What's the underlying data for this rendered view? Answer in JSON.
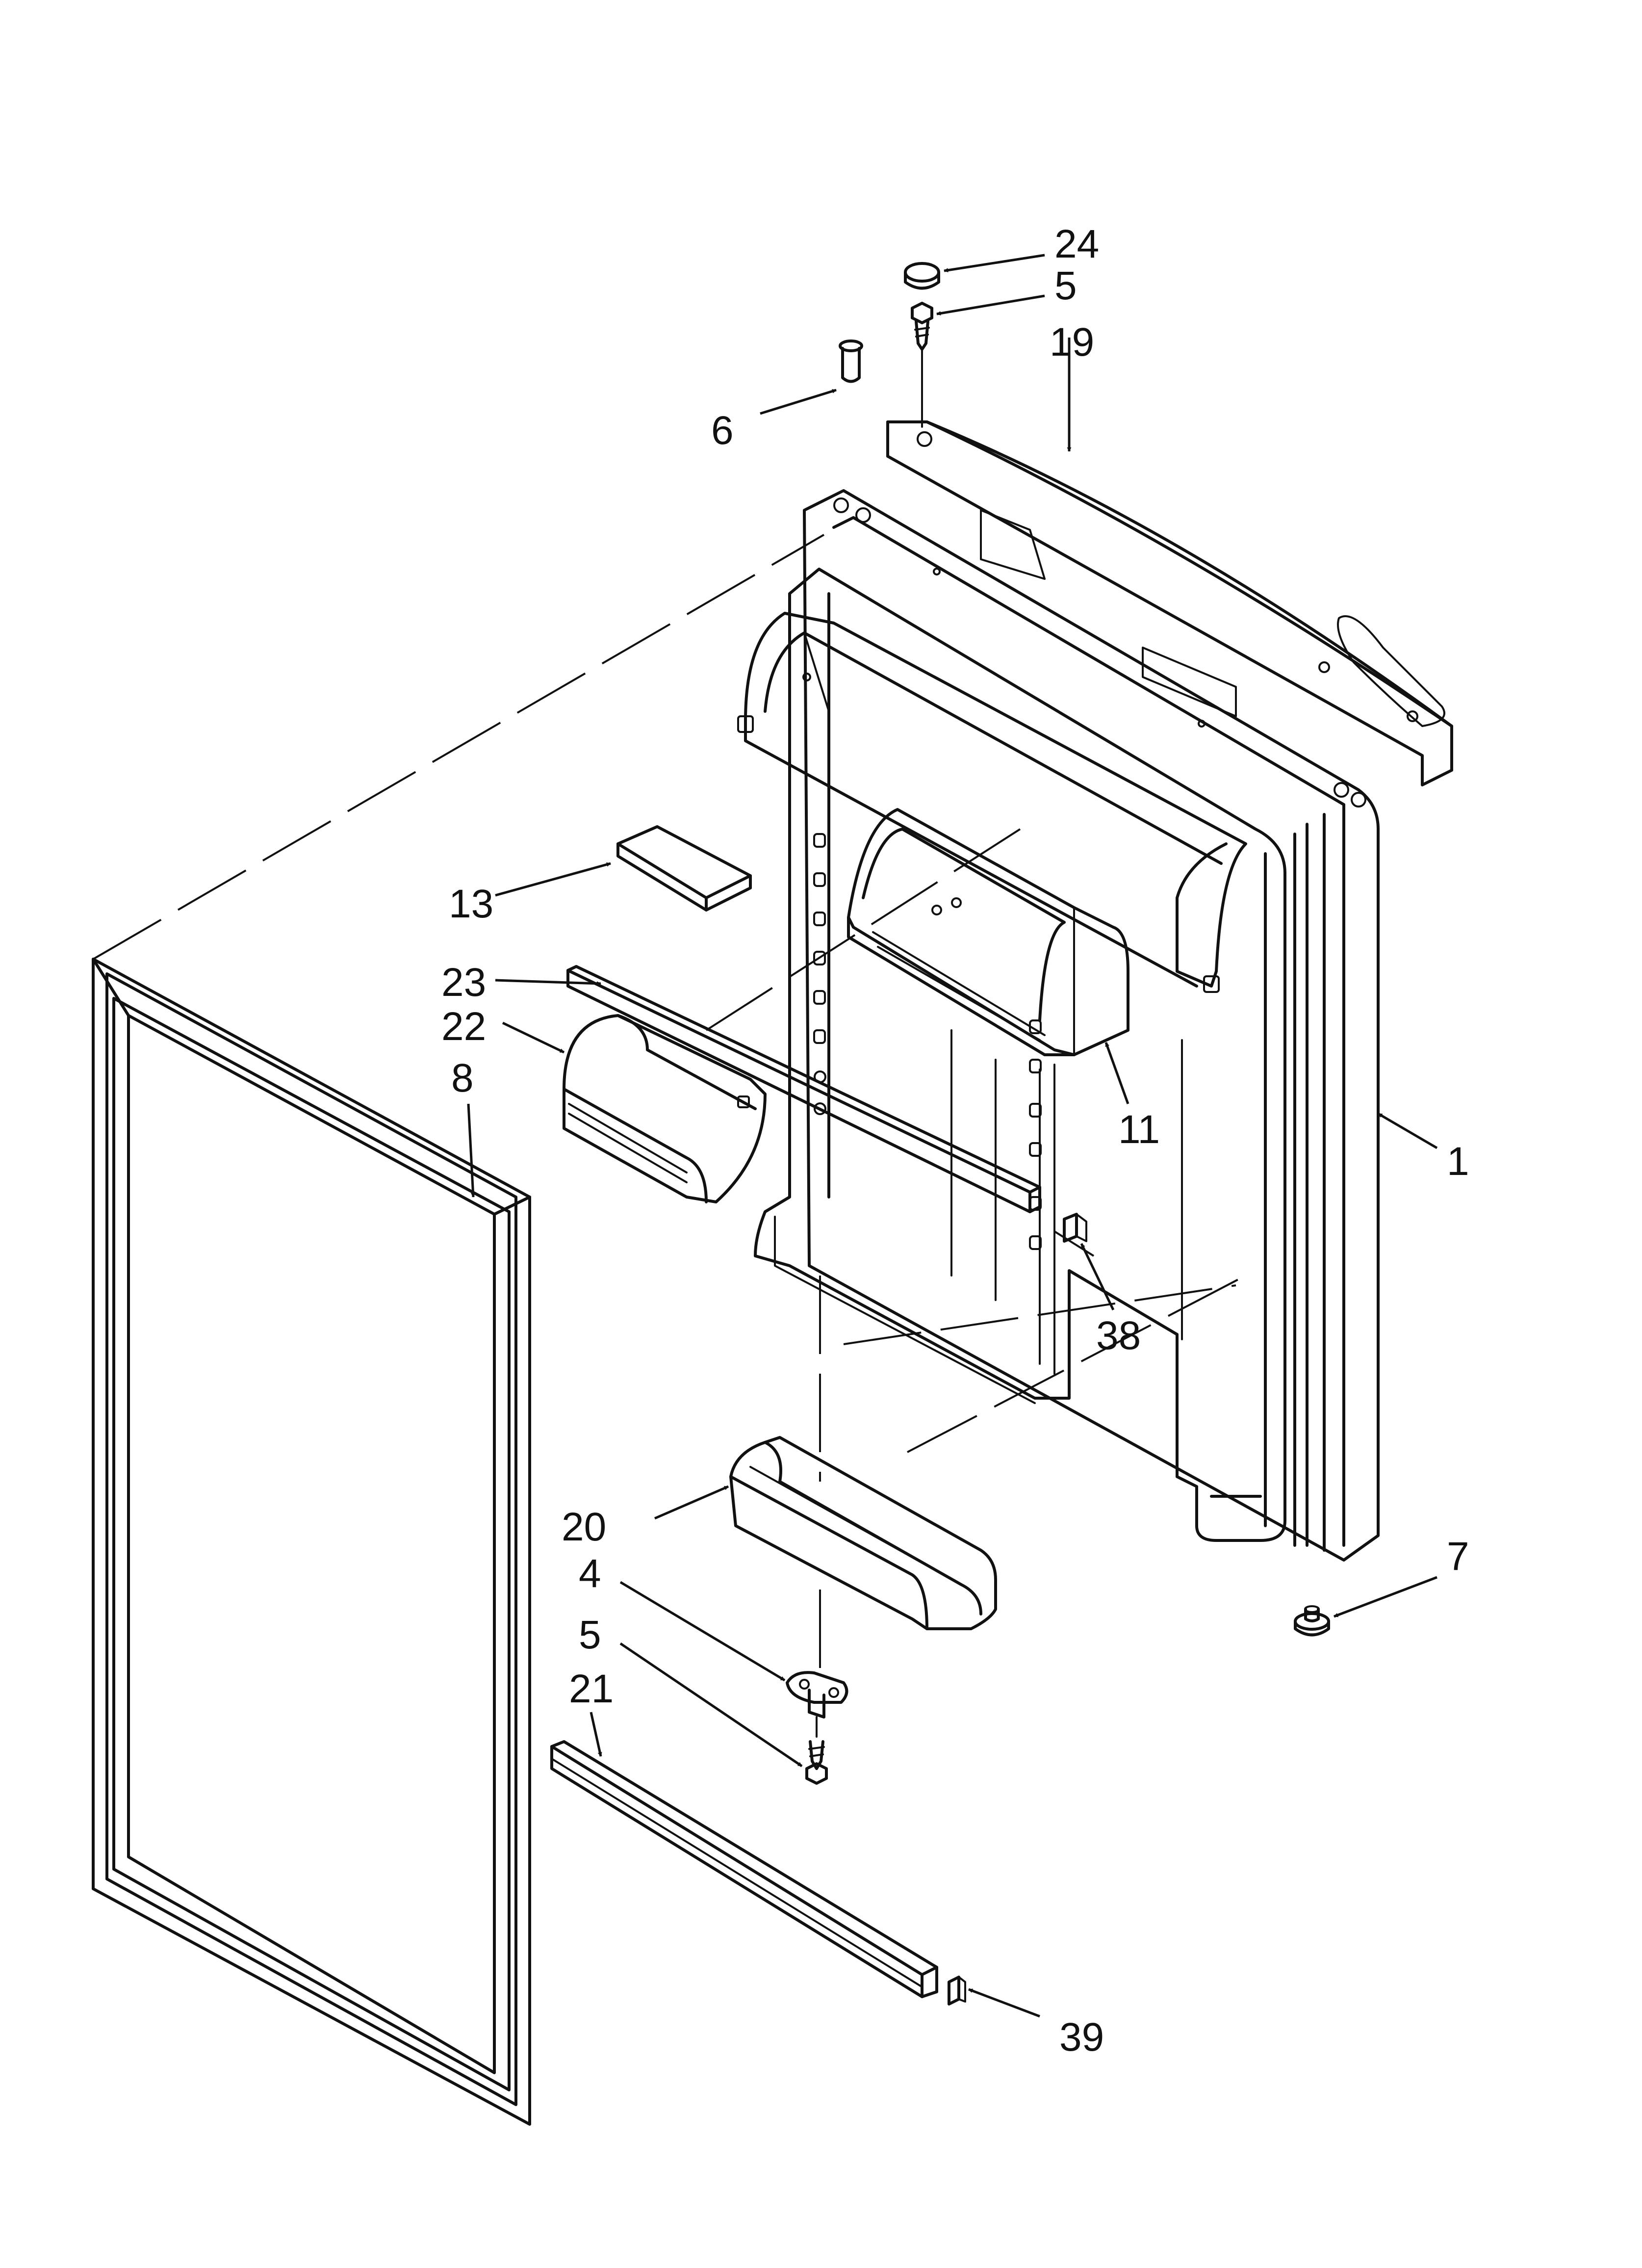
{
  "diagram": {
    "callouts": [
      {
        "id": "24",
        "label": "24"
      },
      {
        "id": "5-top",
        "label": "5"
      },
      {
        "id": "19",
        "label": "19"
      },
      {
        "id": "6",
        "label": "6"
      },
      {
        "id": "13",
        "label": "13"
      },
      {
        "id": "23",
        "label": "23"
      },
      {
        "id": "22",
        "label": "22"
      },
      {
        "id": "8",
        "label": "8"
      },
      {
        "id": "11",
        "label": "11"
      },
      {
        "id": "1",
        "label": "1"
      },
      {
        "id": "38",
        "label": "38"
      },
      {
        "id": "20",
        "label": "20"
      },
      {
        "id": "4",
        "label": "4"
      },
      {
        "id": "5-bottom",
        "label": "5"
      },
      {
        "id": "21",
        "label": "21"
      },
      {
        "id": "7",
        "label": "7"
      },
      {
        "id": "39",
        "label": "39"
      }
    ]
  }
}
